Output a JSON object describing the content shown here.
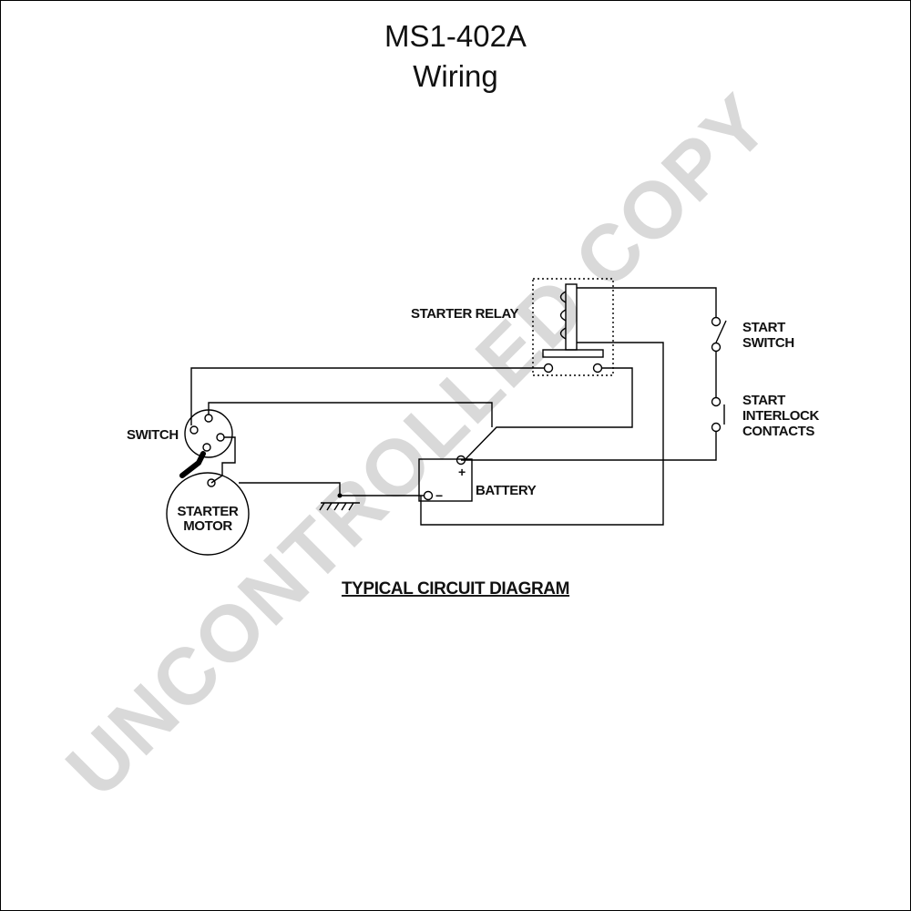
{
  "title": {
    "line1": "MS1-402A",
    "line2": "Wiring"
  },
  "watermark": "UNCONTROLLED COPY",
  "labels": {
    "starter_relay": "STARTER RELAY",
    "start_switch_1": "START",
    "start_switch_2": "SWITCH",
    "interlock_1": "START",
    "interlock_2": "INTERLOCK",
    "interlock_3": "CONTACTS",
    "switch": "SWITCH",
    "starter_motor_1": "STARTER",
    "starter_motor_2": "MOTOR",
    "battery": "BATTERY",
    "battery_plus": "+",
    "battery_minus": "−",
    "caption": "TYPICAL CIRCUIT DIAGRAM"
  }
}
